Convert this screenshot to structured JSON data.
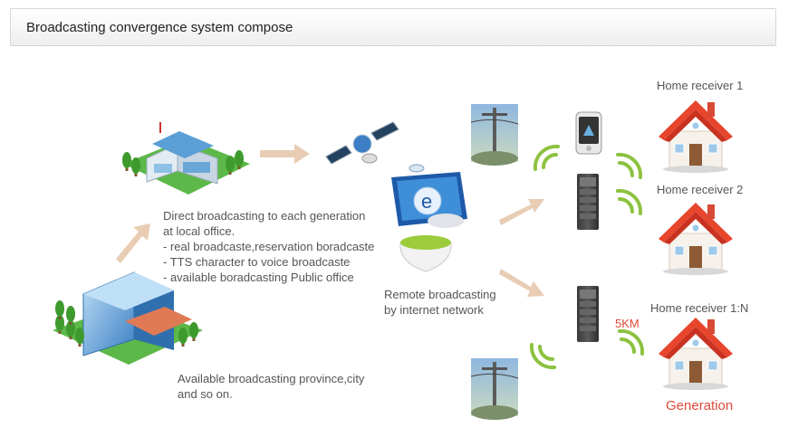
{
  "title": "Broadcasting convergence system compose",
  "local_office": {
    "lines": [
      "Direct broadcasting to each generation",
      "at local office.",
      "- real broadcaste,reservation boradcaste",
      "- TTS character to voice broadcaste",
      "- available boradcasting Public office"
    ]
  },
  "province": {
    "lines": [
      "Available broadcasting province,city",
      "and so on."
    ]
  },
  "remote": {
    "lines": [
      "Remote broadcasting",
      "by internet network"
    ]
  },
  "receivers": {
    "r1": "Home receiver 1",
    "r2": "Home receiver 2",
    "rn": "Home receiver 1:N"
  },
  "distance": "5KM",
  "generation": "Generation",
  "colors": {
    "signal": "#8cc23f",
    "arrow": "#e8cdb4",
    "roof": "#e8452d",
    "accent": "#e04a3a"
  }
}
